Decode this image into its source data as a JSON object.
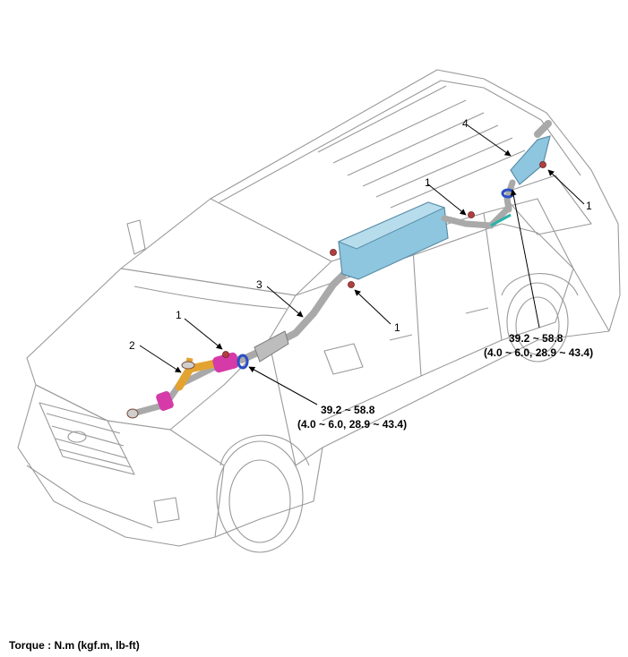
{
  "callouts": {
    "part_1a": "1",
    "part_1b": "1",
    "part_1c": "1",
    "part_1d": "1",
    "part_2": "2",
    "part_3": "3",
    "part_4": "4"
  },
  "torque_front": {
    "line1": "39.2 ~ 58.8",
    "line2": "(4.0 ~ 6.0, 28.9 ~ 43.4)"
  },
  "torque_rear": {
    "line1": "39.2 ~ 58.8",
    "line2": "(4.0 ~ 6.0, 28.9 ~ 43.4)"
  },
  "footer": {
    "torque_unit": "Torque : N.m (kgf.m, lb-ft)"
  },
  "colors": {
    "outline": "#9a9a9a",
    "muffler": "#8fc6df",
    "pipe": "#a9a9a9",
    "front_pipe": "#e3a330",
    "flex_joint": "#d63aa8",
    "clamp": "#2a4fc6",
    "bolt": "#b04040"
  }
}
